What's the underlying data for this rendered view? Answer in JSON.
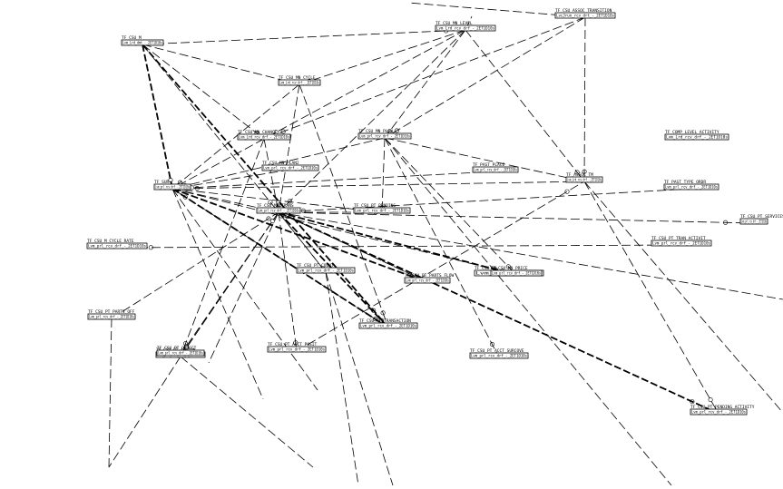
{
  "diagram": {
    "entities": [
      {
        "id": "e1",
        "title": "TF_CSU_M",
        "row": "Lvm_Lrd_dmt_-_2ET1D10s"
      },
      {
        "id": "e2",
        "title": "TF_CSU_MN_LEVEL",
        "row": "Lvm_Lrd_rcv_drf_-_2ET1D10s"
      },
      {
        "id": "e3",
        "title": "TF_CSU_ASSOC_TRANSITION",
        "row": "LvcJrun_rcv_drt_-_2ET1D10s"
      },
      {
        "id": "e4",
        "title": "TF_CSU_MN_CYCLE",
        "row": "Lvm_Lrd_rcv_drf_-_2ET1D10s"
      },
      {
        "id": "e5",
        "title": "TF_CSU_MN_CHANCE",
        "row": "Lvm_Lrd_rcv_drf_-_2ET1D10s"
      },
      {
        "id": "e6",
        "title": "TF_CSU_MN_PLAN",
        "row": "Lvm_prl_rcv_drf_-_2ET1D10s"
      },
      {
        "id": "e7",
        "title": "TF_CSU_MN_PLAN2",
        "row": "Lvm_prl_rcv_drf_-_2ET1D10s"
      },
      {
        "id": "e8",
        "title": "TF_COMP_LEVEL_ACTIVITY",
        "row": "Lvm_Lrd_rcv_drf_-_2ET1D10s"
      },
      {
        "id": "e9",
        "title": "TF_PAST_PLACE",
        "row": "Lvm_prl_rcv_drf_-_2ET1D10s"
      },
      {
        "id": "e10",
        "title": "TF_ASSOC_TM",
        "row": "Lvm_Lrd_rcv_drf_-_2ET1D10s"
      },
      {
        "id": "e11",
        "title": "TF_PAST_TYPE_ORDR",
        "row": "Lvm_prl_rcv_drf_-_2ET1D10s"
      },
      {
        "id": "e12",
        "title": "TF_SUR",
        "row": "Lvm_prl_rcv_drf_-_2ET1D10s"
      },
      {
        "id": "e13",
        "title": "TF_CSU_PT_PENDING",
        "row": "Lvm_prl_rcv_drf_-_2ET1D10s"
      },
      {
        "id": "e14",
        "title": "TF_CSU_MN_TRANS",
        "row": "Lvm_prl_rcv_drf_-_2ET1D10s"
      },
      {
        "id": "e15",
        "title": "TF_CSU_PT_TRAN_ACTIVIT",
        "row": "Lvm_prl_rcv_drf_-_2ET1D10s"
      },
      {
        "id": "e16",
        "title": "TF_CSU_PT_SERVICES",
        "row": "Lvm_prl_rcv_drf_-_2ET1D10s"
      },
      {
        "id": "e17",
        "title": "TF_CSU_M_CYCLE_RATE",
        "row": "Lvm_prl_rcv_drf_-_2ET1D10s"
      },
      {
        "id": "e18",
        "title": "TF_CSU_MN",
        "row": "Lvm_Lrd_rcv_drf"
      },
      {
        "id": "e19",
        "title": "TF_CSU_PT_PARTS_FLOW",
        "row": "Lvm_prl_rcv_drf_-_2ET1D10s"
      },
      {
        "id": "e20",
        "title": "TF_CSU_PT_COUNT",
        "row": "Lvm_prl_rcv_drf_-_2ET1D10s"
      },
      {
        "id": "e21",
        "title": "TF_CSU_MN_PRICE",
        "row": "Lvm_prl_rcv_drf_-_2ET1D10s"
      },
      {
        "id": "e22",
        "title": "TF_CSU_PT_PARTS_OFF",
        "row": "Lvm_prl_rcv_drf_-_2ET1D10s"
      },
      {
        "id": "e23",
        "title": "TF_CSU_PT_ACTION",
        "row": "Lvm_prl_rcv_drf_-_2ET1D10s"
      },
      {
        "id": "e24",
        "title": "TF_CSU_PT_TRANSACTION",
        "row": "Lvm_prl_rcv_drf_-_2ET1D10s"
      },
      {
        "id": "e25",
        "title": "TF_CSU_PT_ACCT_POSIT",
        "row": "Lvm_prl_rcv_drf_-_2ET1D10s"
      },
      {
        "id": "e26",
        "title": "TF_CSU_PT_ACCT_SURCOVE",
        "row": "Lvm_prl_rcv_drf_-_2ET1D10s"
      },
      {
        "id": "e27",
        "title": "TF_CSU_PT_PENDING_ACTIVITY",
        "row": "Lvm_prl_rcv_drf_-_2ET1D10s"
      },
      {
        "id": "e28",
        "title": "TF_CSU_PT_OBJECT",
        "row": "Lvm_prl_rcv_drf_-_2ET1D10s"
      }
    ],
    "relationships": [
      {
        "from": "e1",
        "to": "e2"
      },
      {
        "from": "e1",
        "to": "e4"
      },
      {
        "from": "e1",
        "to": "e5"
      },
      {
        "from": "e1",
        "to": "e12",
        "style": "heavy"
      },
      {
        "from": "e1",
        "to": "e24",
        "style": "heavy"
      },
      {
        "from": "e2",
        "to": "e4"
      },
      {
        "from": "e2",
        "to": "e5"
      },
      {
        "from": "e2",
        "to": "e6"
      },
      {
        "from": "e2",
        "to": "e10"
      },
      {
        "from": "e2",
        "to": "e14"
      },
      {
        "from": "e3",
        "to": "e10"
      },
      {
        "from": "e3",
        "to": "e6"
      },
      {
        "from": "e3",
        "to": "e5"
      },
      {
        "from": "e4",
        "to": "e14"
      },
      {
        "from": "e4",
        "to": "e12"
      },
      {
        "from": "e5",
        "to": "e12"
      },
      {
        "from": "e5",
        "to": "e14"
      },
      {
        "from": "e6",
        "to": "e10"
      },
      {
        "from": "e6",
        "to": "e21"
      },
      {
        "from": "e6",
        "to": "e13"
      },
      {
        "from": "e6",
        "to": "e26"
      },
      {
        "from": "e6",
        "to": "e12"
      },
      {
        "from": "e9",
        "to": "e12"
      },
      {
        "from": "e10",
        "to": "e12"
      },
      {
        "from": "e10",
        "to": "e27"
      },
      {
        "from": "e11",
        "to": "e14"
      },
      {
        "from": "e12",
        "to": "e14"
      },
      {
        "from": "e12",
        "to": "e24",
        "style": "heavy"
      },
      {
        "from": "e12",
        "to": "e19",
        "style": "heavy"
      },
      {
        "from": "e12",
        "to": "e21"
      },
      {
        "from": "e14",
        "to": "e21",
        "style": "heavy"
      },
      {
        "from": "e14",
        "to": "e27",
        "style": "heavy"
      },
      {
        "from": "e14",
        "to": "e13"
      },
      {
        "from": "e14",
        "to": "e16"
      },
      {
        "from": "e14",
        "to": "e20"
      },
      {
        "from": "e14",
        "to": "e23"
      },
      {
        "from": "e14",
        "to": "e25"
      },
      {
        "from": "e14",
        "to": "e28"
      },
      {
        "from": "e14",
        "to": "e24",
        "style": "heavy"
      },
      {
        "from": "e14",
        "to": "e19"
      },
      {
        "from": "e15",
        "to": "e17"
      },
      {
        "from": "e19",
        "to": "e14"
      },
      {
        "from": "e20",
        "to": "e14"
      },
      {
        "from": "e22",
        "to": "e14"
      },
      {
        "from": "e23",
        "to": "e14"
      },
      {
        "from": "e7",
        "to": "e12"
      },
      {
        "from": "e24",
        "to": "e12"
      },
      {
        "from": "e1",
        "to": "e14"
      },
      {
        "from": "e4",
        "to": "e24"
      },
      {
        "from": "e13",
        "to": "e12"
      },
      {
        "from": "e5",
        "to": "e23"
      },
      {
        "from": "e25",
        "to": "e10"
      }
    ]
  }
}
